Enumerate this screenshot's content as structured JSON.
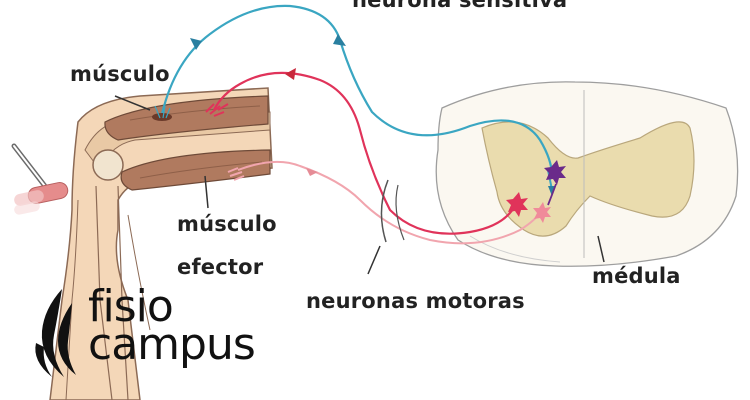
{
  "labels": {
    "neurona_sensitiva": "neurona sensitiva",
    "musculo": "músculo",
    "musculo_efector_line1": "músculo",
    "musculo_efector_line2": "efector",
    "medula": "médula",
    "neuronas_motoras": "neuronas motoras"
  },
  "logo": {
    "line1": "fisio",
    "line2": "campus"
  },
  "colors": {
    "sensory_neuron": "#3aa6c2",
    "motor_neuron": "#e0335a",
    "motor_neuron_light": "#f1a5ae",
    "spinal_cord_gray": "#eadcae",
    "muscle": "#b07a5f",
    "skin": "#f4d7b8",
    "interneuron": "#6a2a8a"
  }
}
